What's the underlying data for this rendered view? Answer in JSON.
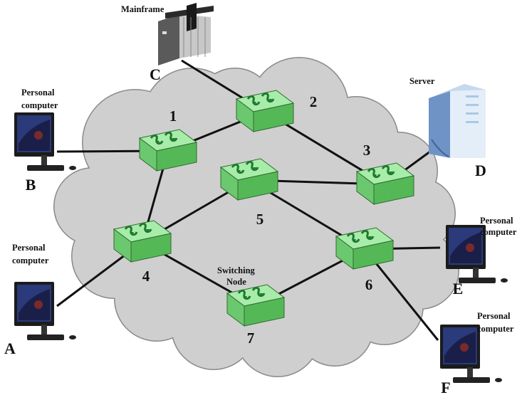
{
  "network": {
    "cloud_color": "#cfcfcf",
    "node_color": "#8ee08e",
    "link_color": "#111111",
    "switching_node_caption": [
      "Switching",
      "Node"
    ],
    "nodes": [
      {
        "id": "1",
        "label": "1"
      },
      {
        "id": "2",
        "label": "2"
      },
      {
        "id": "3",
        "label": "3"
      },
      {
        "id": "4",
        "label": "4"
      },
      {
        "id": "5",
        "label": "5"
      },
      {
        "id": "6",
        "label": "6"
      },
      {
        "id": "7",
        "label": "7"
      }
    ],
    "stations": [
      {
        "id": "A",
        "letter": "A",
        "type": "Personal computer",
        "caption": [
          "Personal",
          "computer"
        ]
      },
      {
        "id": "B",
        "letter": "B",
        "type": "Personal computer",
        "caption": [
          "Personal",
          "computer"
        ]
      },
      {
        "id": "C",
        "letter": "C",
        "type": "Mainframe",
        "caption": [
          "Mainframe"
        ]
      },
      {
        "id": "D",
        "letter": "D",
        "type": "Server",
        "caption": [
          "Server"
        ]
      },
      {
        "id": "E",
        "letter": "E",
        "type": "Personal computer",
        "caption": [
          "Personal",
          "computer"
        ]
      },
      {
        "id": "F",
        "letter": "F",
        "type": "Personal computer",
        "caption": [
          "Personal",
          "computer"
        ]
      }
    ],
    "links": [
      [
        "1",
        "2"
      ],
      [
        "1",
        "4"
      ],
      [
        "2",
        "3"
      ],
      [
        "3",
        "5"
      ],
      [
        "4",
        "5"
      ],
      [
        "4",
        "7"
      ],
      [
        "5",
        "6"
      ],
      [
        "6",
        "7"
      ],
      [
        "B",
        "1"
      ],
      [
        "C",
        "2"
      ],
      [
        "D",
        "3"
      ],
      [
        "A",
        "4"
      ],
      [
        "E",
        "6"
      ],
      [
        "F",
        "6"
      ]
    ]
  }
}
